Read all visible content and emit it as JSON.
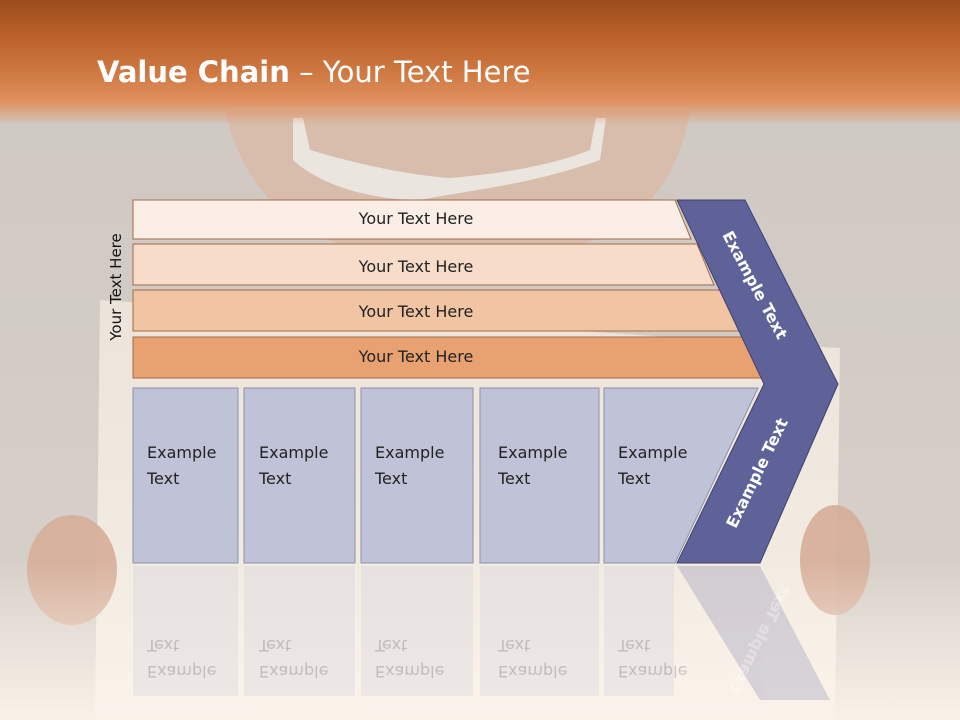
{
  "slide": {
    "title_bold": "Value Chain",
    "title_rest": " – Your Text Here"
  },
  "side_label": "Your Text Here",
  "support_activities": [
    {
      "label": "Your Text Here"
    },
    {
      "label": "Your Text Here"
    },
    {
      "label": "Your Text Here"
    },
    {
      "label": "Your Text Here"
    }
  ],
  "primary_activities": [
    {
      "label": "Example\nText"
    },
    {
      "label": "Example\nText"
    },
    {
      "label": "Example\nText"
    },
    {
      "label": "Example\nText"
    },
    {
      "label": "Example\nText"
    }
  ],
  "margin_upper": "Example Text",
  "margin_lower": "Example Text",
  "colors": {
    "band1": "#faeee6",
    "band2": "#f6dcc9",
    "band3": "#f1c4a4",
    "band4": "#e8a170",
    "band_stroke": "#a26a46",
    "primary_box": "#c0c3d8",
    "primary_stroke": "#8d90a8",
    "chevron": "#5f6299"
  }
}
